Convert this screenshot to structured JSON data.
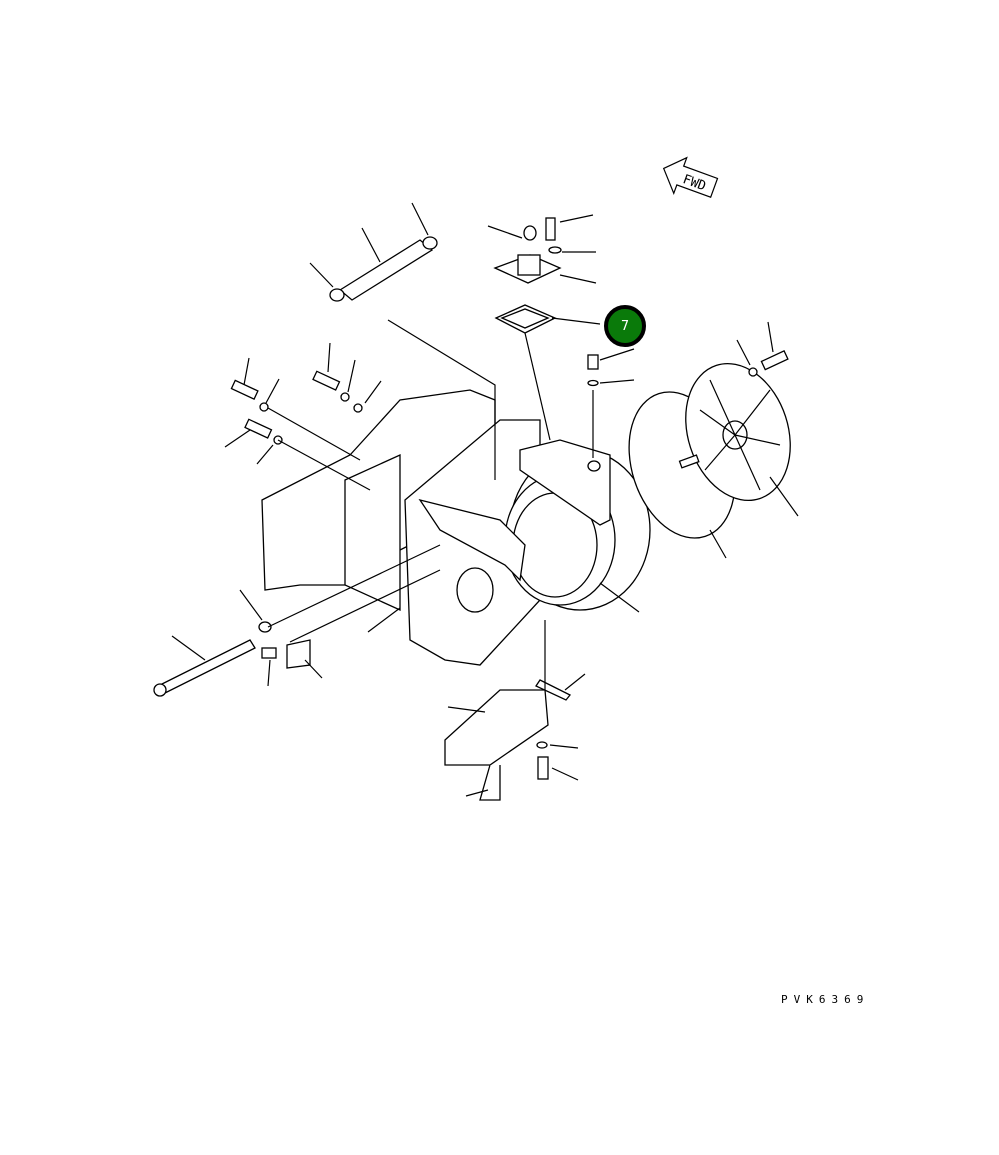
{
  "diagram": {
    "direction_marker": "FWD",
    "callouts": [
      {
        "number": "7",
        "color": "#0a7a0a"
      }
    ],
    "drawing_code": "PVK6369"
  }
}
